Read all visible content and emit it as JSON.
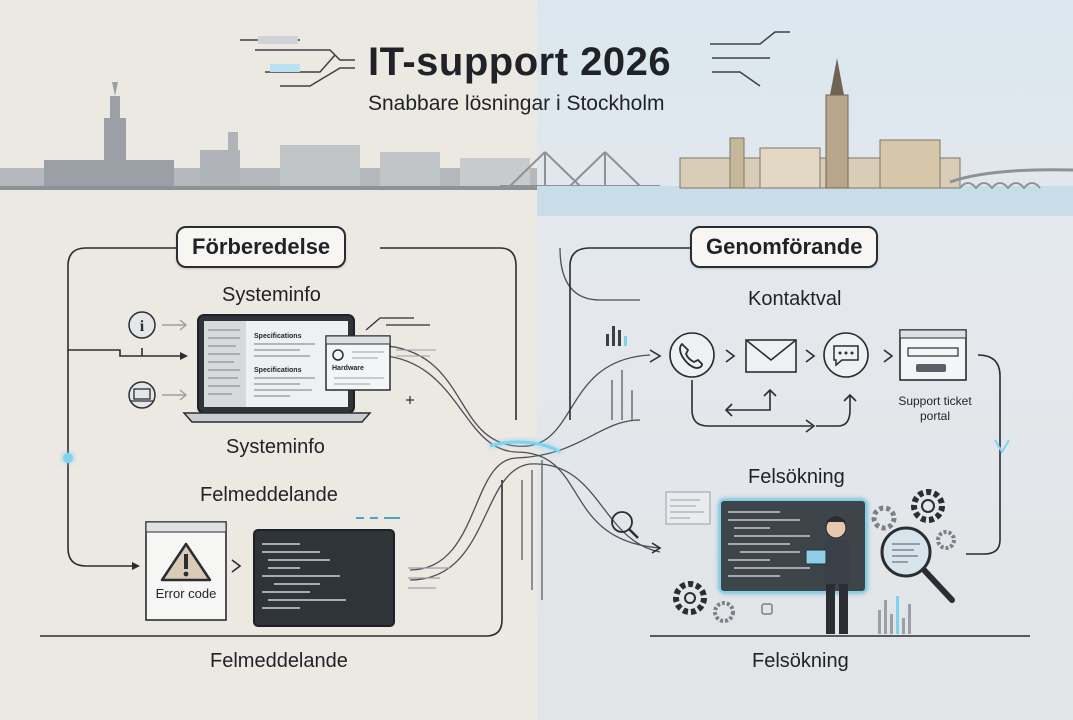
{
  "header": {
    "title": "IT-support 2026",
    "subtitle": "Snabbare lösningar i Stockholm"
  },
  "left_section": {
    "heading": "Förberedelse",
    "systeminfo_top": "Systeminfo",
    "systeminfo_bottom": "Systeminfo",
    "spec_label_1": "Specifications",
    "spec_label_2": "Specifications",
    "hardware_label": "Hardware",
    "felmeddelande_top": "Felmeddelande",
    "error_code": "Error code",
    "felmeddelande_bottom": "Felmeddelande"
  },
  "right_section": {
    "heading": "Genomförande",
    "kontaktval": "Kontaktval",
    "portal_label_1": "Support ticket",
    "portal_label_2": "portal",
    "felsokning_top": "Felsökning",
    "felsokning_bottom": "Felsökning"
  },
  "colors": {
    "left_bg": "#ece8e2",
    "right_bg": "#dbe7ef",
    "line": "#2a2d31",
    "glow": "#7fd3ef",
    "screen_dark": "#2f3439"
  },
  "icons": [
    "info-icon",
    "laptop-icon",
    "warning-icon",
    "phone-icon",
    "mail-icon",
    "chat-icon",
    "magnifier-icon",
    "gear-icon",
    "person-icon"
  ]
}
